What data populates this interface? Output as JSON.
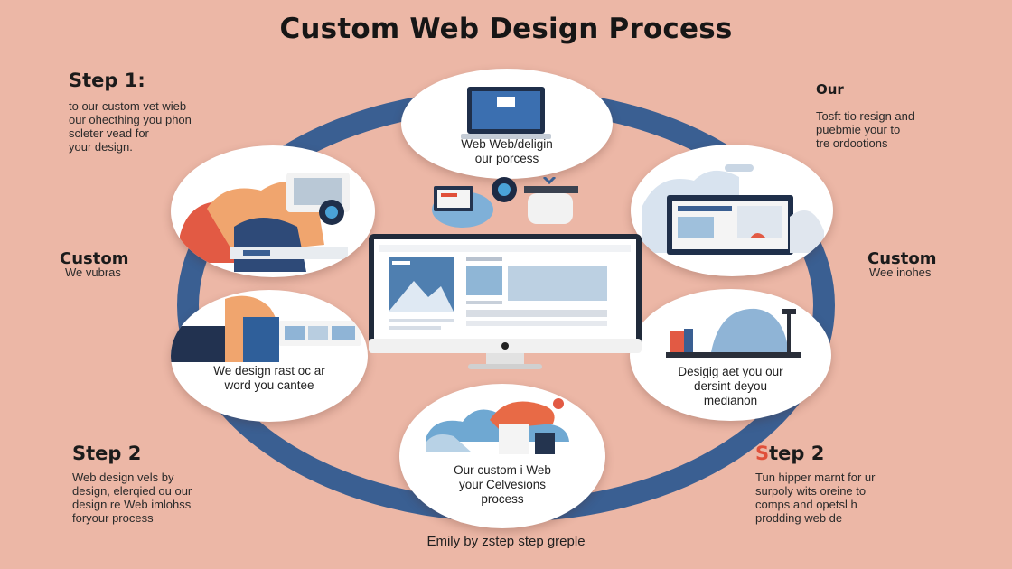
{
  "title": "Custom Web Design Process",
  "left_top": {
    "heading": "Step 1:",
    "lines": [
      "to our custom vet wieb",
      "our ohecthing you phon",
      "scleter vead for",
      "your design."
    ]
  },
  "right_top": {
    "heading": "Our",
    "lines": [
      "Tosft tio resign and",
      "puebmie your to",
      "tre ordootions"
    ]
  },
  "left_mid": {
    "heading": "Custom",
    "sub": "We vubras"
  },
  "right_mid": {
    "heading": "Custom",
    "sub": "Wee inohes"
  },
  "left_bottom": {
    "heading": "Step 2",
    "lines": [
      "Web design vels by",
      "design, elerqied ou our",
      "design re Web imlohss",
      "foryour process"
    ]
  },
  "right_bottom": {
    "heading_accent": "S",
    "heading_rest": "tep 2",
    "lines": [
      "Tun hipper marnt for ur",
      "surpoly wits oreine to",
      "comps and opetsl h",
      "prodding web de"
    ]
  },
  "nodes": {
    "top": [
      "Web Web/deligin",
      "our porcess"
    ],
    "mid_left": [
      "We design rast oc ar",
      "word you cantee"
    ],
    "mid_right": [
      "Desigig aet you our",
      "dersint deyou",
      "medianon"
    ],
    "bottom": [
      "Our custom i Web",
      "your Celvesions",
      "process"
    ]
  },
  "footer": "Emily by zstep step greple",
  "colors": {
    "background": "#ecb7a6",
    "ring": "#3a5f92",
    "accent": "#e0503a",
    "node": "#ffffff"
  }
}
